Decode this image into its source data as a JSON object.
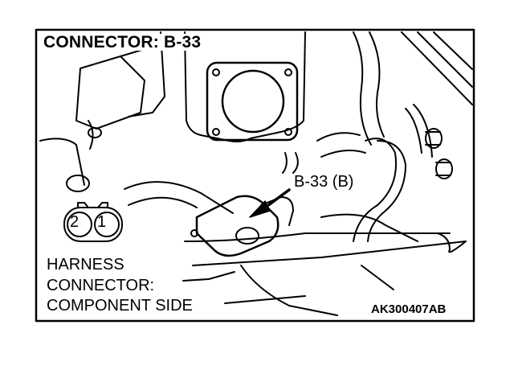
{
  "title": "CONNECTOR: B-33",
  "callout_label": "B-33 (B)",
  "harness_note": {
    "line1": "HARNESS",
    "line2": "CONNECTOR:",
    "line3": "COMPONENT SIDE"
  },
  "connector_face": {
    "pins": [
      "2",
      "1"
    ]
  },
  "figure_code": "AK300407AB",
  "colors": {
    "ink": "#000000",
    "paper": "#ffffff"
  }
}
